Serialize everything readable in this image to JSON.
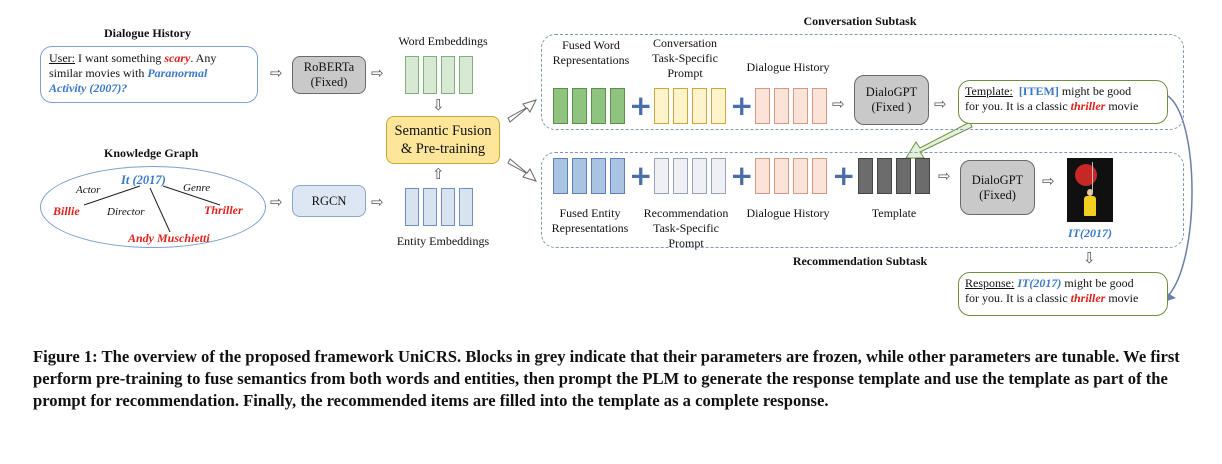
{
  "dialogue_history": {
    "title": "Dialogue History",
    "user_label": "User:",
    "text1": " I want something ",
    "kw_scary": "scary",
    "text2": ". Any",
    "text3": "similar movies with ",
    "kw_movie_a": "Paranormal",
    "kw_movie_b": "Activity (2007)?"
  },
  "knowledge_graph": {
    "title": "Knowledge Graph",
    "center": "It (2017)",
    "rel_actor": "Actor",
    "rel_genre": "Genre",
    "rel_director": "Director",
    "ent_billie": "Billie",
    "ent_thriller": "Thriller",
    "ent_andy": "Andy Muschietti"
  },
  "encoders": {
    "roberta_line1": "RoBERTa",
    "roberta_line2": "(Fixed)",
    "rgcn": "RGCN",
    "word_embeddings": "Word Embeddings",
    "entity_embeddings": "Entity Embeddings",
    "fusion_line1": "Semantic Fusion",
    "fusion_line2": "& Pre-training"
  },
  "conversation": {
    "title": "Conversation Subtask",
    "fused_word_1": "Fused Word",
    "fused_word_2": "Representations",
    "prompt_1": "Conversation",
    "prompt_2": "Task-Specific",
    "prompt_3": "Prompt",
    "history": "Dialogue History",
    "model_1": "DialoGPT",
    "model_2": "(Fixed )",
    "template_label": "Template:",
    "template_item": "[ITEM]",
    "template_text1": " might be good",
    "template_text2": "for you. It is a classic ",
    "template_kw": "thriller",
    "template_text3": " movie"
  },
  "recommendation": {
    "title": "Recommendation Subtask",
    "fused_entity_1": "Fused Entity",
    "fused_entity_2": "Representations",
    "prompt_1": "Recommendation",
    "prompt_2": "Task-Specific",
    "prompt_3": "Prompt",
    "history": "Dialogue History",
    "template": "Template",
    "model_1": "DialoGPT",
    "model_2": "(Fixed)",
    "item": "IT(2017)",
    "response_label": "Response:",
    "response_item": "IT(2017)",
    "response_text1": " might be good",
    "response_text2": "for you. It is a classic ",
    "response_kw": "thriller",
    "response_text3": " movie"
  },
  "caption": "Figure 1: The overview of the proposed framework UniCRS. Blocks in grey indicate that their parameters are frozen, while other parameters are tunable. We first perform pre-training to fuse semantics from both words and entities, then prompt the PLM to generate the response template and use the template as part of the prompt for recommendation. Finally, the recommended items are filled into the template as a complete response.",
  "colors": {
    "word_embed": "#d7e8d3",
    "entity_embed": "#d8e3f1",
    "fused_word": "#8fc47f",
    "fused_entity": "#a9c4e3",
    "conv_prompt": "#fff3c9",
    "rec_prompt": "#eef0f5",
    "history": "#fbe3d8",
    "template": "#6c6c6c",
    "accent_red": "#e0221d",
    "accent_blue": "#3b78c9"
  },
  "icons": [
    "hollow-right-arrow-icon",
    "hollow-up-arrow-icon",
    "hollow-down-arrow-icon",
    "plus-icon",
    "movie-poster-icon"
  ]
}
